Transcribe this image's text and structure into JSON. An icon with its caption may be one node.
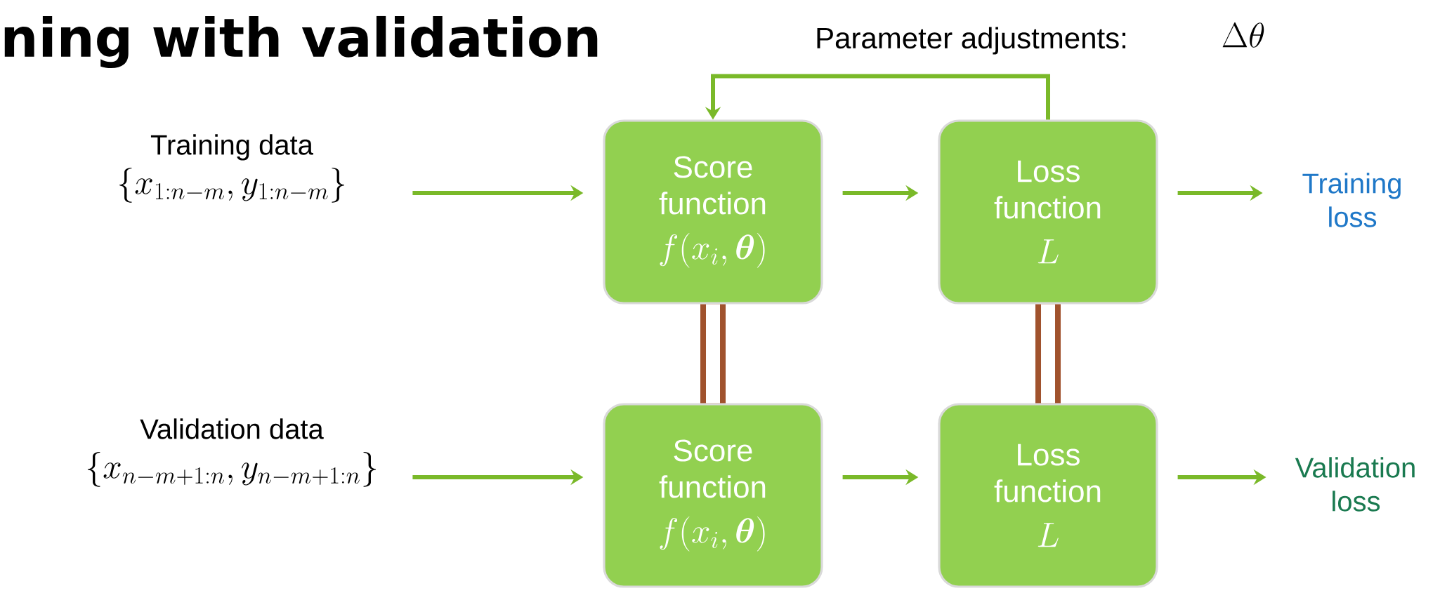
{
  "diagram": {
    "title": "ning with validation",
    "nodes": [
      {
        "text": [
          "Training data",
          "\\{x_{1:n-m},y_{1:n-m}\\}"
        ]
      },
      {
        "text": [
          "Score function",
          "f(x_i,\\boldsymbol{\\theta})"
        ]
      },
      {
        "text": [
          "Loss function",
          "L"
        ]
      },
      {
        "text": [
          "Training loss"
        ]
      },
      {
        "text": [
          "Validation data",
          "\\{x_{n-m+1:n},y_{n-m+1:n}\\}"
        ]
      },
      {
        "text": [
          "Score function",
          "f(x_i,\\boldsymbol{\\theta})"
        ]
      },
      {
        "text": [
          "Loss function",
          "L"
        ]
      },
      {
        "text": [
          "Validation loss"
        ]
      }
    ],
    "edges": [
      {
        "from": 0,
        "to": 1,
        "arrow": "to"
      },
      {
        "from": 1,
        "to": 2,
        "arrow": "to"
      },
      {
        "from": 2,
        "to": 3,
        "arrow": "to"
      },
      {
        "from": 2,
        "to": 1,
        "arrow": "to",
        "label": "Parameter adjustments:"
      },
      {
        "from": 4,
        "to": 5,
        "arrow": "to"
      },
      {
        "from": 5,
        "to": 6,
        "arrow": "to"
      },
      {
        "from": 6,
        "to": 7,
        "arrow": "to"
      },
      {
        "from": 1,
        "to": 5,
        "arrow": "none",
        "style": "thick",
        "color": "#a0522d"
      },
      {
        "from": 2,
        "to": 6,
        "arrow": "none",
        "style": "thick",
        "color": "#a0522d"
      }
    ],
    "labels": [
      "\\Delta\\theta"
    ]
  }
}
